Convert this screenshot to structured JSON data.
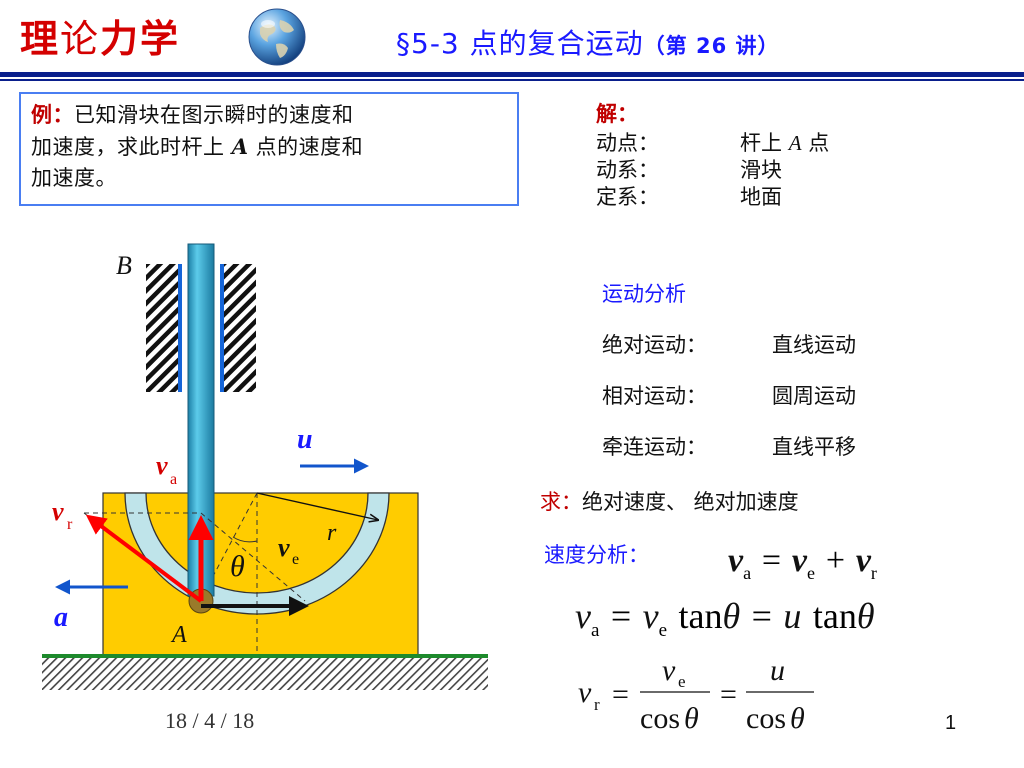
{
  "header": {
    "title_part1": "理",
    "title_part2": "论",
    "title_part3": "力学",
    "section": "§5-3  点的复合运动",
    "lecture": "（第 26 讲）"
  },
  "problem": {
    "label": "例：",
    "line1": "已知滑块在图示瞬时的速度和",
    "line2a": "加速度，求此时杆上 ",
    "point": "A",
    "line2b": " 点的速度和",
    "line3": "加速度。"
  },
  "solution": {
    "label": "解：",
    "rows": [
      {
        "key": "动点：",
        "value_pre": "杆上 ",
        "value_italic": "A",
        "value_post": " 点"
      },
      {
        "key": "动系：",
        "value_pre": "滑块",
        "value_italic": "",
        "value_post": ""
      },
      {
        "key": "定系：",
        "value_pre": "地面",
        "value_italic": "",
        "value_post": ""
      }
    ]
  },
  "motion_analysis": {
    "title": "运动分析",
    "rows": [
      {
        "key": "绝对运动：",
        "value": "直线运动"
      },
      {
        "key": "相对运动：",
        "value": "圆周运动"
      },
      {
        "key": "牵连运动：",
        "value": "直线平移"
      }
    ]
  },
  "seek": {
    "label": "求：",
    "text": "绝对速度、  绝对加速度"
  },
  "velocity_analysis": {
    "label": "速度分析："
  },
  "equations": {
    "eq1": {
      "lhs": "v",
      "lhs_sub": "a",
      "eq": "=",
      "t1": "v",
      "t1_sub": "e",
      "plus": "+",
      "t2": "v",
      "t2_sub": "r"
    },
    "eq2": {
      "v": "v",
      "a": "a",
      "e": "e",
      "tan": "tan",
      "theta": "θ",
      "u": "u",
      "eq": "="
    },
    "eq3": {
      "v": "v",
      "r": "r",
      "e": "e",
      "u": "u",
      "cos": "cos",
      "theta": "θ",
      "eq": "="
    }
  },
  "figure": {
    "label_B": "B",
    "label_A": "A",
    "label_u": "u",
    "label_a": "a",
    "label_v": "v",
    "sub_a": "a",
    "sub_r": "r",
    "sub_e": "e",
    "label_r": "r",
    "label_theta": "θ"
  },
  "footer": {
    "date": "18 / 4 / 18",
    "page": "1"
  },
  "colors": {
    "title_red": "#d40000",
    "section_blue": "#1a1aff",
    "rule_navy": "#0a1f8c",
    "box_border": "#4a7ef2",
    "slider_yellow": "#ffcc00",
    "groove_lightblue": "#bfe4ea",
    "rod_blue": "#2aa5cc",
    "arrow_red": "#ff0000",
    "arrow_blue": "#1155cc",
    "ground_green": "#1d8a2c"
  }
}
